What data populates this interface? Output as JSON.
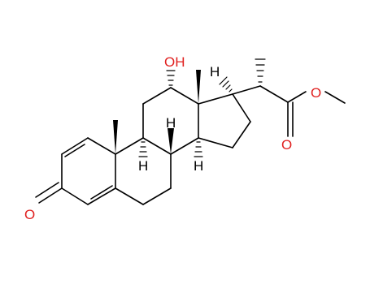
{
  "colors": {
    "background": "#ffffff",
    "bond": "#000000",
    "oxygen": "#e0201f",
    "hydrogen": "#000000"
  },
  "atoms": {
    "hydroxyl_label": "OH",
    "ketone_oxygen_label": "O",
    "ester_ether_oxygen_label": "O",
    "ester_carbonyl_oxygen_label": "O",
    "h_c8_label": "H",
    "h_c9_label": "H",
    "h_c14_label": "H",
    "h_c17_label": "H"
  }
}
